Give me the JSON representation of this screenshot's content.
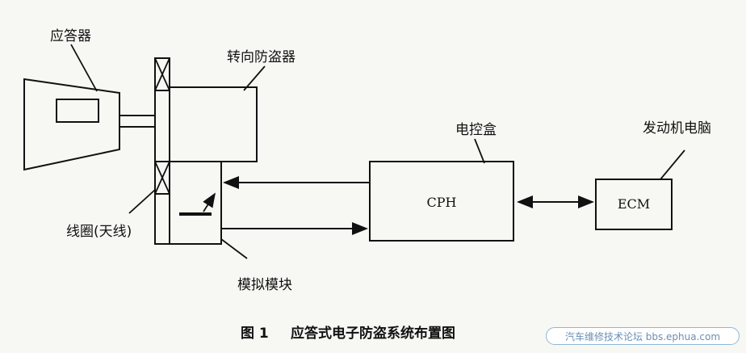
{
  "labels": {
    "transponder": "应答器",
    "steering_lock": "转向防盗器",
    "control_box": "电控盒",
    "engine_computer": "发动机电脑",
    "coil_antenna": "线圈(天线)",
    "analog_module": "模拟模块"
  },
  "blocks": {
    "cph": "CPH",
    "ecm": "ECM"
  },
  "caption": {
    "figure_no": "图 1",
    "title": "应答式电子防盗系统布置图"
  },
  "watermark": {
    "text": "汽车维修技术论坛 bbs.ephua.com"
  },
  "colors": {
    "ink": "#111111",
    "background": "#f7f7f4",
    "watermark": "#6a8fb5"
  }
}
